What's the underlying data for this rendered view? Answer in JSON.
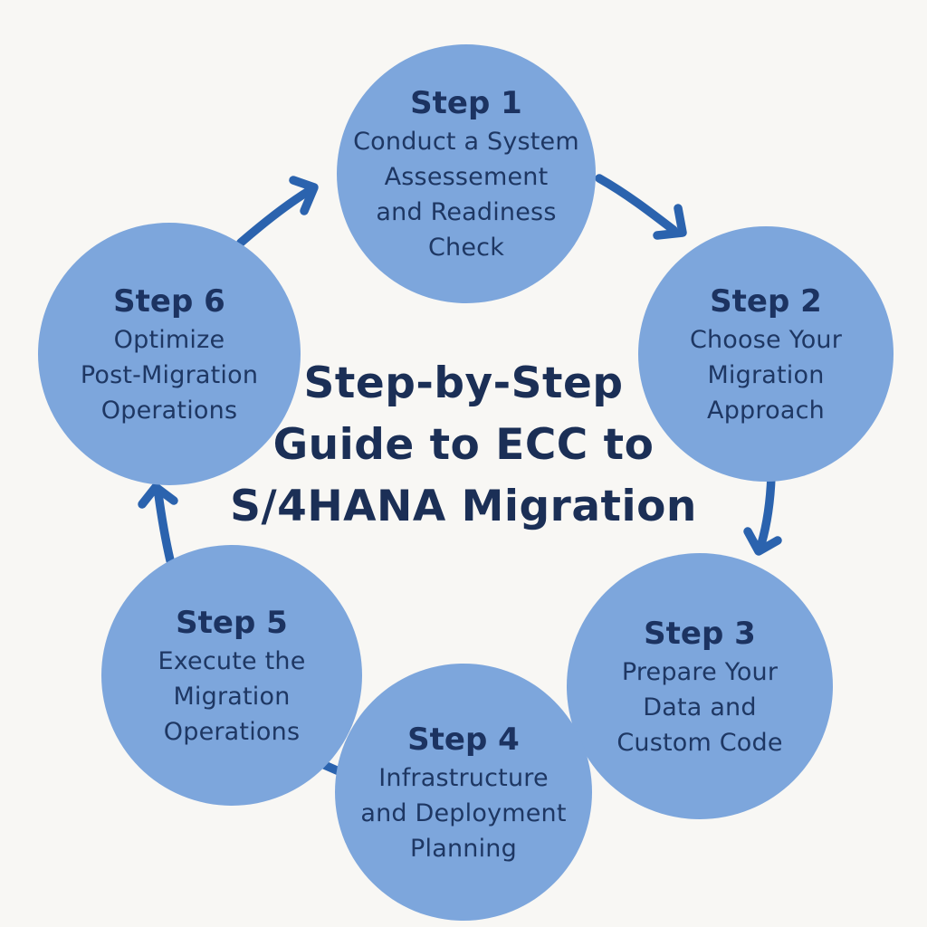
{
  "diagram": {
    "title_lines": [
      "Step-by-Step",
      "Guide to ECC to",
      "S/4HANA Migration"
    ],
    "steps": [
      {
        "label": "Step 1",
        "lines": [
          "Conduct a System",
          "Assessement",
          "and Readiness",
          "Check"
        ]
      },
      {
        "label": "Step 2",
        "lines": [
          "Choose Your",
          "Migration",
          "Approach"
        ]
      },
      {
        "label": "Step 3",
        "lines": [
          "Prepare Your",
          "Data and",
          "Custom Code"
        ]
      },
      {
        "label": "Step 4",
        "lines": [
          "Infrastructure",
          "and Deployment",
          "Planning"
        ]
      },
      {
        "label": "Step 5",
        "lines": [
          "Execute the",
          "Migration",
          "Operations"
        ]
      },
      {
        "label": "Step 6",
        "lines": [
          "Optimize",
          "Post-Migration",
          "Operations"
        ]
      }
    ],
    "colors": {
      "background": "#f8f7f4",
      "circle_fill": "#7da6dc",
      "step_text": "#1e3763",
      "title_text": "#1b2f56",
      "arrow": "#2b63ae"
    },
    "flow_order": [
      "Step 1",
      "Step 2",
      "Step 3",
      "Step 4",
      "Step 5",
      "Step 6"
    ]
  }
}
